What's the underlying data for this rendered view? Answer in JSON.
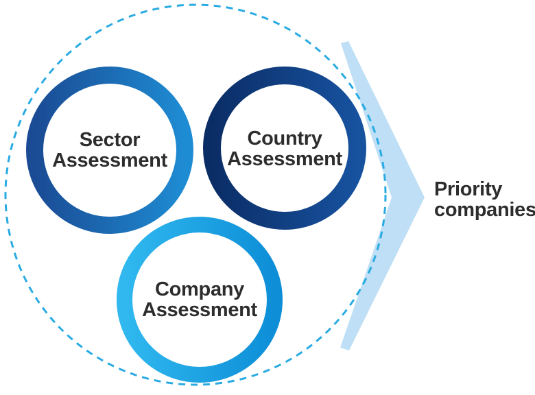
{
  "diagram": {
    "circles": [
      {
        "name": "sector",
        "line1": "Sector",
        "line2": "Assessment"
      },
      {
        "name": "country",
        "line1": "Country",
        "line2": "Assessment"
      },
      {
        "name": "company",
        "line1": "Company",
        "line2": "Assessment"
      }
    ],
    "result": {
      "line1": "Priority",
      "line2": "companies"
    }
  },
  "colors": {
    "background": "#FFFFFF",
    "dashed_circle": "#29ABE2",
    "arrow_fill": "#BEDFF5",
    "label_text": "#2D2D2D",
    "sector_gradient": [
      "#1A4B94",
      "#1E8CD3"
    ],
    "country_gradient": [
      "#0B2D66",
      "#17529F"
    ],
    "company_gradient": [
      "#30B8EF",
      "#0D8ED7"
    ]
  }
}
